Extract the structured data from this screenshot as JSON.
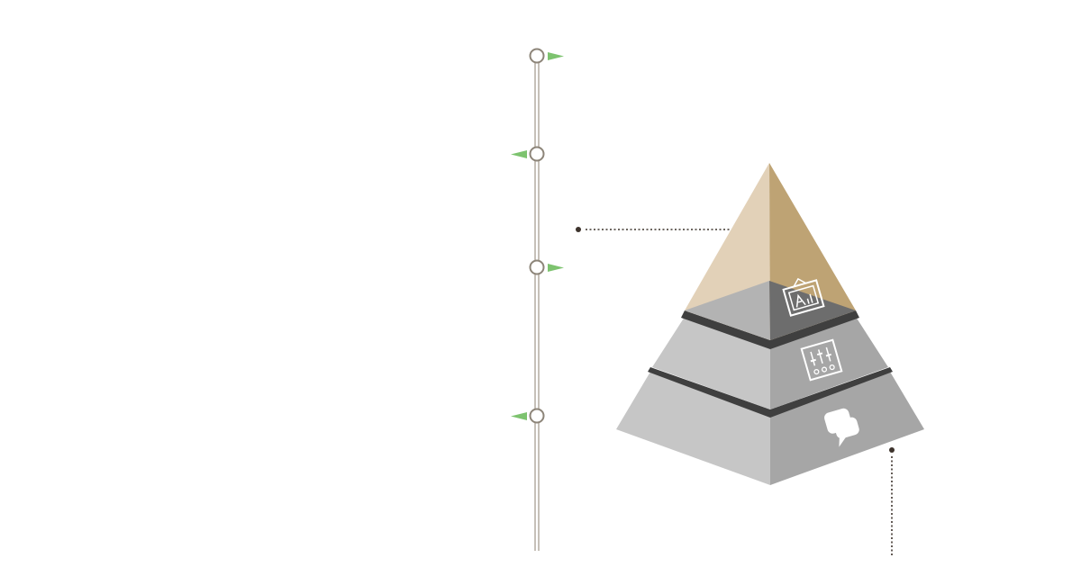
{
  "title": "",
  "subtitle": "",
  "colors": {
    "background": "#ffffff",
    "timeline_line": "#a89f93",
    "timeline_node_stroke": "#8d8579",
    "flag": "#7dc36f",
    "apex_light": "#e2d1b8",
    "apex_dark": "#bea374",
    "tier_light": "#c6c6c6",
    "tier_dark": "#a6a6a6",
    "band": "#3f3f3f",
    "top_tier_light": "#b3b3b3",
    "top_tier_dark": "#6d6d6d",
    "connector": "#3d332c",
    "icon": "#ffffff"
  },
  "timeline": {
    "nodes": [
      {
        "id": "node-1",
        "flag": "right"
      },
      {
        "id": "node-2",
        "flag": "left"
      },
      {
        "id": "node-3",
        "flag": "right"
      },
      {
        "id": "node-4",
        "flag": "left"
      }
    ]
  },
  "pyramid": {
    "tiers": [
      {
        "id": "apex",
        "icon": "picture-frame-icon"
      },
      {
        "id": "middle",
        "icon": "mixer-sliders-icon"
      },
      {
        "id": "base",
        "icon": "chat-bubbles-icon"
      }
    ]
  }
}
